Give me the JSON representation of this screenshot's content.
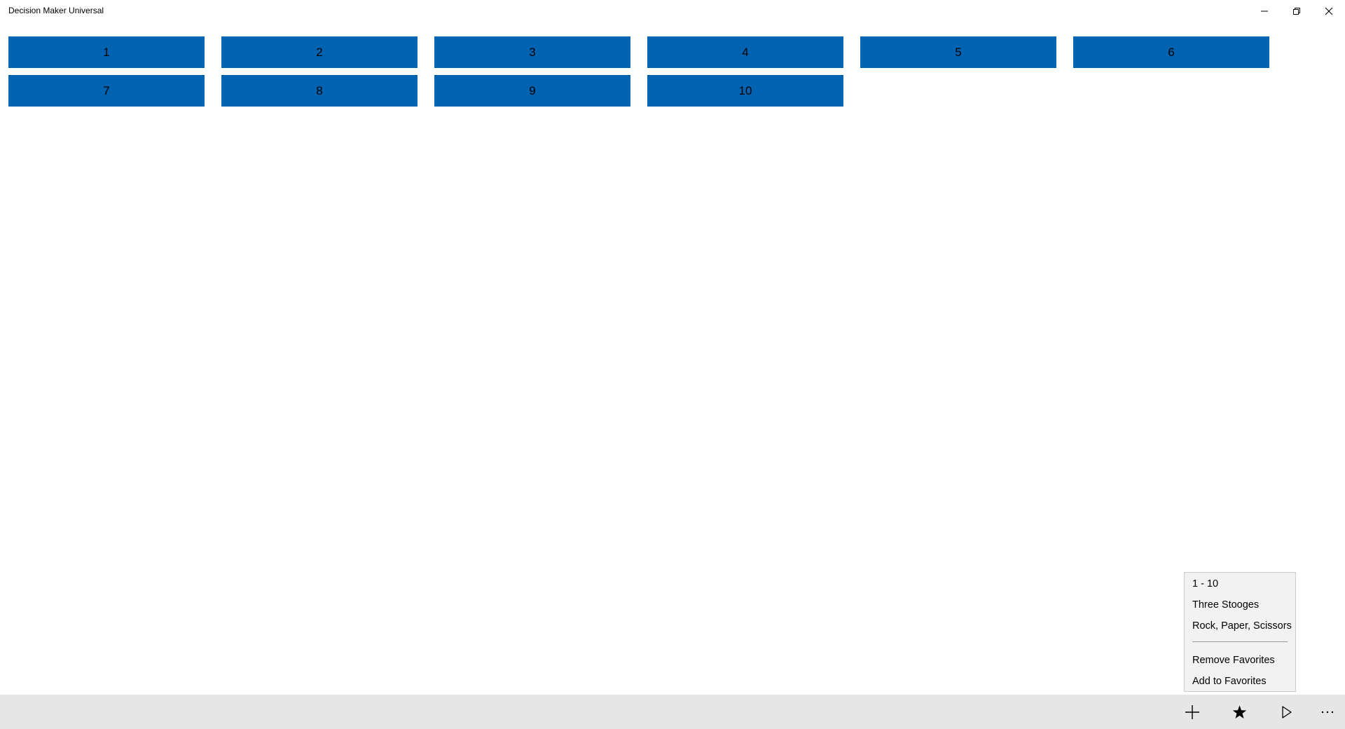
{
  "window": {
    "title": "Decision Maker Universal",
    "controls": {
      "minimize_icon": "minimize-icon",
      "maximize_icon": "restore-icon",
      "close_icon": "close-icon"
    }
  },
  "options": [
    "1",
    "2",
    "3",
    "4",
    "5",
    "6",
    "7",
    "8",
    "9",
    "10"
  ],
  "favorites_menu": {
    "items": [
      "1 - 10",
      "Three Stooges",
      "Rock, Paper, Scissors"
    ],
    "actions": [
      "Remove Favorites",
      "Add to Favorites"
    ]
  },
  "app_bar": {
    "buttons": [
      "add-icon",
      "star-icon",
      "play-icon",
      "more-icon"
    ]
  },
  "colors": {
    "option_fill": "#0063b1",
    "app_bar": "#e6e6e6",
    "flyout": "#f2f2f2"
  }
}
